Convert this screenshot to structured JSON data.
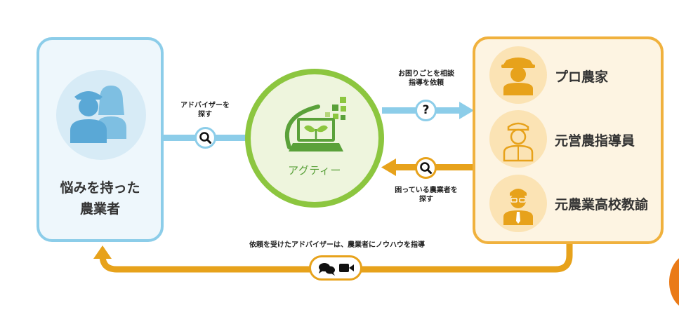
{
  "farmer": {
    "label_line1": "悩みを持った",
    "label_line2": "農業者"
  },
  "experts": [
    {
      "label": "プロ農家",
      "icon": "farmer-cap-icon"
    },
    {
      "label": "元営農指導員",
      "icon": "advisor-cap-icon"
    },
    {
      "label": "元農業高校教諭",
      "icon": "teacher-glasses-icon"
    }
  ],
  "center": {
    "brand": "アグティー"
  },
  "flows": {
    "search_advisor_line1": "アドバイザーを",
    "search_advisor_line2": "探す",
    "consult_line1": "お困りごとを相談",
    "consult_line2": "指導を依頼",
    "question_mark": "?",
    "find_farmer_line1": "困っている農業者を",
    "find_farmer_line2": "探す",
    "advice": "依頼を受けたアドバイザーは、農業者にノウハウを指導"
  },
  "colors": {
    "blue": "#8ccde9",
    "orange": "#e7a21b",
    "green": "#8cc63f"
  }
}
